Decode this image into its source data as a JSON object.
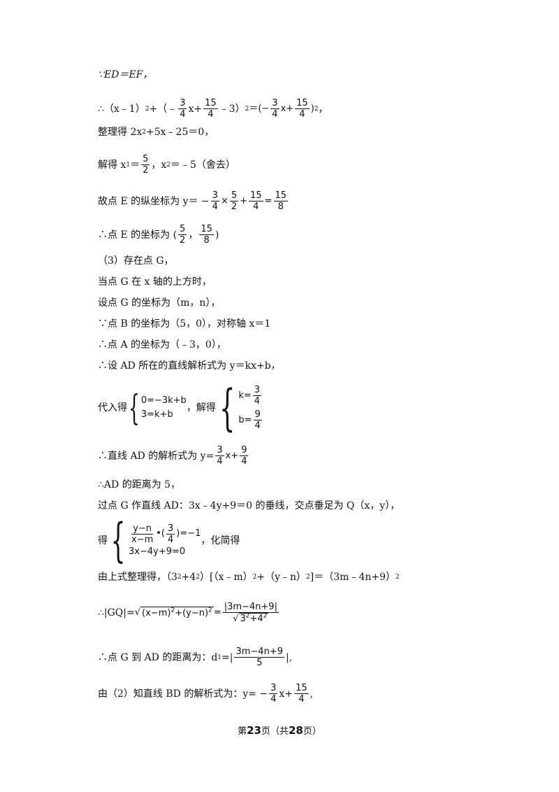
{
  "lines": {
    "l1": "∵ED＝EF，",
    "l2a": "∴（x﹣1）",
    "l2b": "+（﹣",
    "l2c": "x+",
    "l2d": "﹣3）",
    "l2e": "＝(−",
    "l2f": " x+",
    "l2g": ")",
    "l2h": "，",
    "f34n": "3",
    "f34d": "4",
    "f154n": "15",
    "f154d": "4",
    "l3a": "整理得 2x",
    "l3b": "+5x﹣25＝0，",
    "l4a": "解得 x",
    "l4b": "＝",
    "f52n": "5",
    "f52d": "2",
    "l4c": "，x",
    "l4d": "＝﹣5（舍去）",
    "l5a": "故点 E 的纵坐标为 y＝ −",
    "l5b": "×",
    "l5c": "+",
    "l5d": "=",
    "f158n": "15",
    "f158d": "8",
    "l6a": "∴点 E 的坐标为 (",
    "l6b": "，",
    "l6c": ")",
    "l7": "（3）存在点 G，",
    "l8": "当点 G 在 x 轴的上方时，",
    "l9": "设点 G 的坐标为（m，n），",
    "l10": "∵点 B 的坐标为（5，0），对称轴 x＝1",
    "l11": "∴点 A 的坐标为（﹣3，0），",
    "l12": "∴设 AD 所在的直线解析式为 y＝kx+b，",
    "l13a": "代入得",
    "l13s1": "0=−3k+b",
    "l13s2": "3=k+b",
    "l13b": "，解得",
    "l13k": "k=",
    "l13bb": "b=",
    "f94n": "9",
    "f94d": "4",
    "l14a": "∴直线 AD 的解析式为 y=",
    "l14b": "x+",
    "l15": "∴AD 的距离为 5，",
    "l16": "过点 G 作直线 AD：3x﹣4y+9＝0 的垂线，交点垂足为 Q（x，y），",
    "l17a": "得",
    "fynn": "y−n",
    "fxmd": "x−m",
    "l17b": "•(",
    "l17c": ")=−1",
    "l17s2": "3x−4y+9=0",
    "l17d": "，化简得",
    "l18a": "由上式整理得，（3",
    "l18b": "+4",
    "l18c": "）[（x﹣m）",
    "l18d": "+（y﹣n）",
    "l18e": "]＝（3m﹣4n+9）",
    "l19a": "∴|GQ|=",
    "l19r": "(x−m)",
    "l19r2": "+(y−n)",
    "l19b": "=",
    "fgqn": "|3m−4n+9|",
    "fgqd": "3",
    "fgqd2": "+4",
    "l20a": "∴点 G 到 AD 的距离为：d",
    "l20b": "=|",
    "fd1n": "3m−4n+9",
    "fd1d": "5",
    "l20c": "|,",
    "l21a": "由（2）知直线 BD 的解析式为：y= −",
    "l21b": "x+",
    "l21c": ","
  },
  "sup2": "2",
  "sub1": "1",
  "sub2": "2",
  "footer": {
    "pre": "第",
    "page": "23",
    "mid": "页（共",
    "total": "28",
    "post": "页）"
  }
}
